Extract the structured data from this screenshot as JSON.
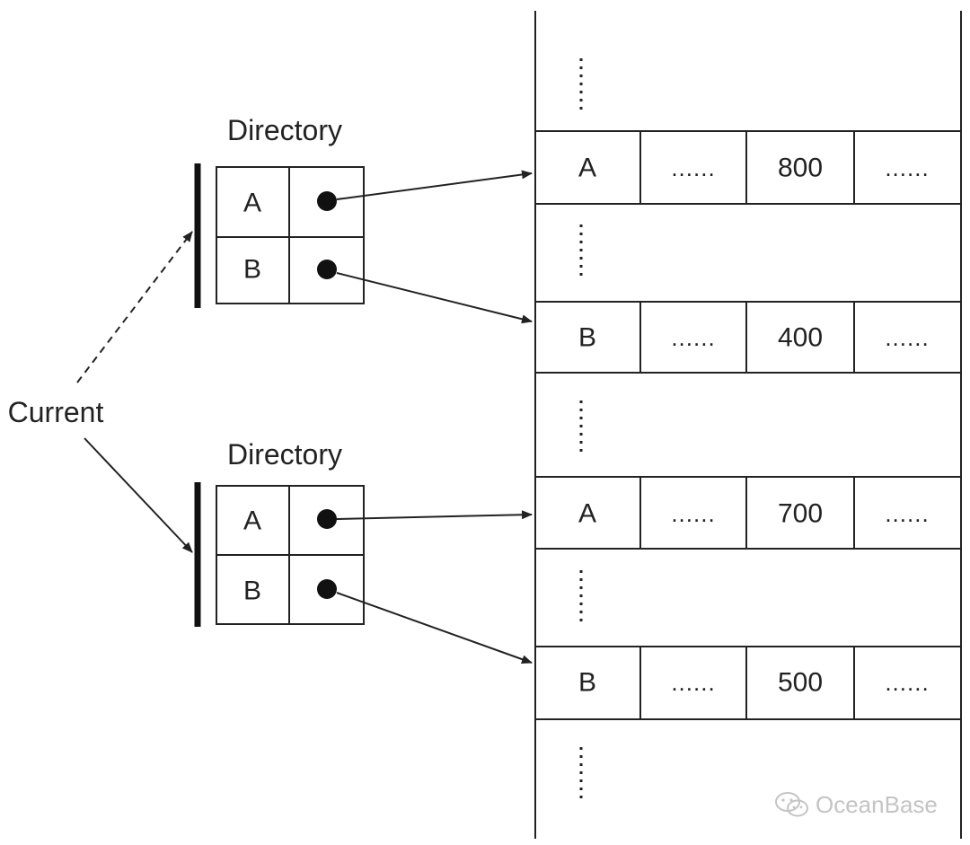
{
  "labels": {
    "current": "Current",
    "directory_top": "Directory",
    "directory_bottom": "Directory"
  },
  "directories": [
    {
      "rows": [
        {
          "key": "A"
        },
        {
          "key": "B"
        }
      ]
    },
    {
      "rows": [
        {
          "key": "A"
        },
        {
          "key": "B"
        }
      ]
    }
  ],
  "records": [
    {
      "key": "A",
      "col2": "......",
      "value": "800",
      "col4": "......"
    },
    {
      "key": "B",
      "col2": "......",
      "value": "400",
      "col4": "......"
    },
    {
      "key": "A",
      "col2": "......",
      "value": "700",
      "col4": "......"
    },
    {
      "key": "B",
      "col2": "......",
      "value": "500",
      "col4": "......"
    }
  ],
  "watermark": {
    "text": "OceanBase",
    "icon": "wechat-icon"
  },
  "colors": {
    "line": "#222222",
    "watermark": "#c4c4c4"
  }
}
